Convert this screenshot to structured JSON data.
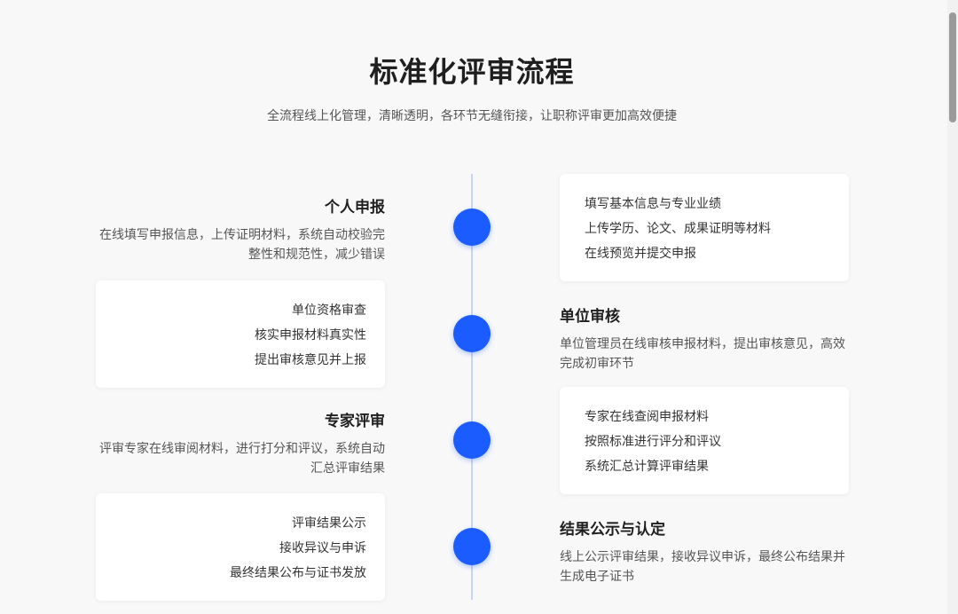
{
  "header": {
    "title": "标准化评审流程",
    "subtitle": "全流程线上化管理，清晰透明，各环节无缝衔接，让职称评审更加高效便捷"
  },
  "steps": [
    {
      "title": "个人申报",
      "desc": "在线填写申报信息，上传证明材料，系统自动校验完整性和规范性，减少错误",
      "items": [
        "填写基本信息与专业业绩",
        "上传学历、论文、成果证明等材料",
        "在线预览并提交申报"
      ]
    },
    {
      "title": "单位审核",
      "desc": "单位管理员在线审核申报材料，提出审核意见，高效完成初审环节",
      "items": [
        "单位资格审查",
        "核实申报材料真实性",
        "提出审核意见并上报"
      ]
    },
    {
      "title": "专家评审",
      "desc": "评审专家在线审阅材料，进行打分和评议，系统自动汇总评审结果",
      "items": [
        "专家在线查阅申报材料",
        "按照标准进行评分和评议",
        "系统汇总计算评审结果"
      ]
    },
    {
      "title": "结果公示与认定",
      "desc": "线上公示评审结果，接收异议申诉，最终公布结果并生成电子证书",
      "items": [
        "评审结果公示",
        "接收异议与申诉",
        "最终结果公布与证书发放"
      ]
    }
  ],
  "colors": {
    "accent": "#1a5cff",
    "timeline": "#c7d4f5",
    "background": "#f8f8f9"
  }
}
